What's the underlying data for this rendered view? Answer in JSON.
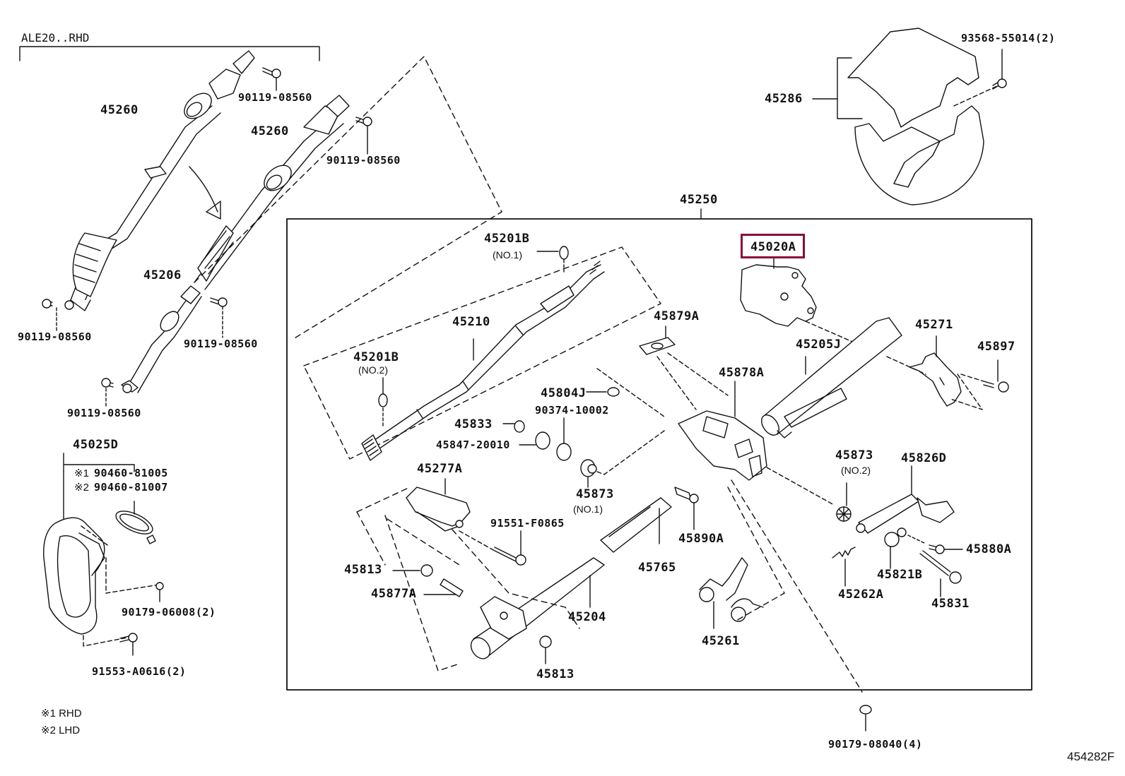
{
  "diagram": {
    "header_variant": "ALE20..RHD",
    "figure_code": "454282F",
    "highlight_color": "#8b0a3a",
    "highlighted_part": "45020A",
    "assembly_label": "45250",
    "parts": {
      "p45260_a": "45260",
      "p45260_b": "45260",
      "p90119_a": "90119-08560",
      "p90119_b": "90119-08560",
      "p90119_c": "90119-08560",
      "p90119_d": "90119-08560",
      "p90119_e": "90119-08560",
      "p45206": "45206",
      "p45025D": "45025D",
      "p90460_1": "90460-81005",
      "p90460_2": "90460-81007",
      "p90460_1_mark": "※1",
      "p90460_2_mark": "※2",
      "p90179_06008": "90179-06008(2)",
      "p91553": "91553-A0616(2)",
      "p45286": "45286",
      "p93568": "93568-55014(2)",
      "p45201B_1": "45201B",
      "p45201B_1_sub": "(NO.1)",
      "p45201B_2": "45201B",
      "p45201B_2_sub": "(NO.2)",
      "p45210": "45210",
      "p45804J": "45804J",
      "p90374": "90374-10002",
      "p45833": "45833",
      "p45847": "45847-20010",
      "p45873_1": "45873",
      "p45873_1_sub": "(NO.1)",
      "p45873_2": "45873",
      "p45873_2_sub": "(NO.2)",
      "p45277A": "45277A",
      "p91551": "91551-F0865",
      "p45813_a": "45813",
      "p45813_b": "45813",
      "p45877A": "45877A",
      "p45204": "45204",
      "p45765": "45765",
      "p45890A": "45890A",
      "p45261": "45261",
      "p45879A": "45879A",
      "p45878A": "45878A",
      "p45020A": "45020A",
      "p45205J": "45205J",
      "p45271": "45271",
      "p45897": "45897",
      "p45826D": "45826D",
      "p45880A": "45880A",
      "p45821B": "45821B",
      "p45262A": "45262A",
      "p45831": "45831",
      "p90179_08040": "90179-08040(4)"
    },
    "legend": [
      {
        "mark": "※1",
        "text": "RHD"
      },
      {
        "mark": "※2",
        "text": "LHD"
      }
    ]
  }
}
